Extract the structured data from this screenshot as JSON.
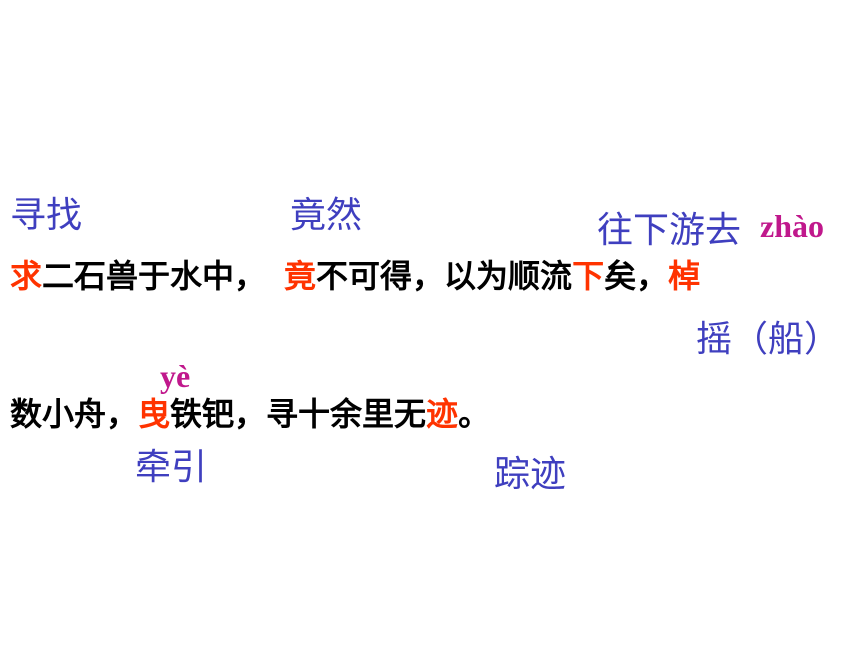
{
  "glosses": {
    "xunzhao": "寻找",
    "jingran": "竟然",
    "wangxiayouqu": "往下游去",
    "yao_chuan": "摇（船）",
    "qianyin": "牵引",
    "zongji": "踪迹"
  },
  "pinyin": {
    "zhao": "zhào",
    "ye": "yè"
  },
  "line1": {
    "c1": "求",
    "c2": "二石兽于水中，",
    "c3": "竟",
    "c4": "不可得，以为顺流",
    "c5": "下",
    "c6": "矣，",
    "c7": "棹"
  },
  "line2": {
    "c1": "数小舟，",
    "c2": "曳",
    "c3": "铁钯，寻十余里无",
    "c4": "迹",
    "c5": "。"
  },
  "colors": {
    "gloss": "#3f3fbf",
    "pinyin": "#c0188c",
    "highlight": "#ff3300",
    "text": "#000000"
  }
}
